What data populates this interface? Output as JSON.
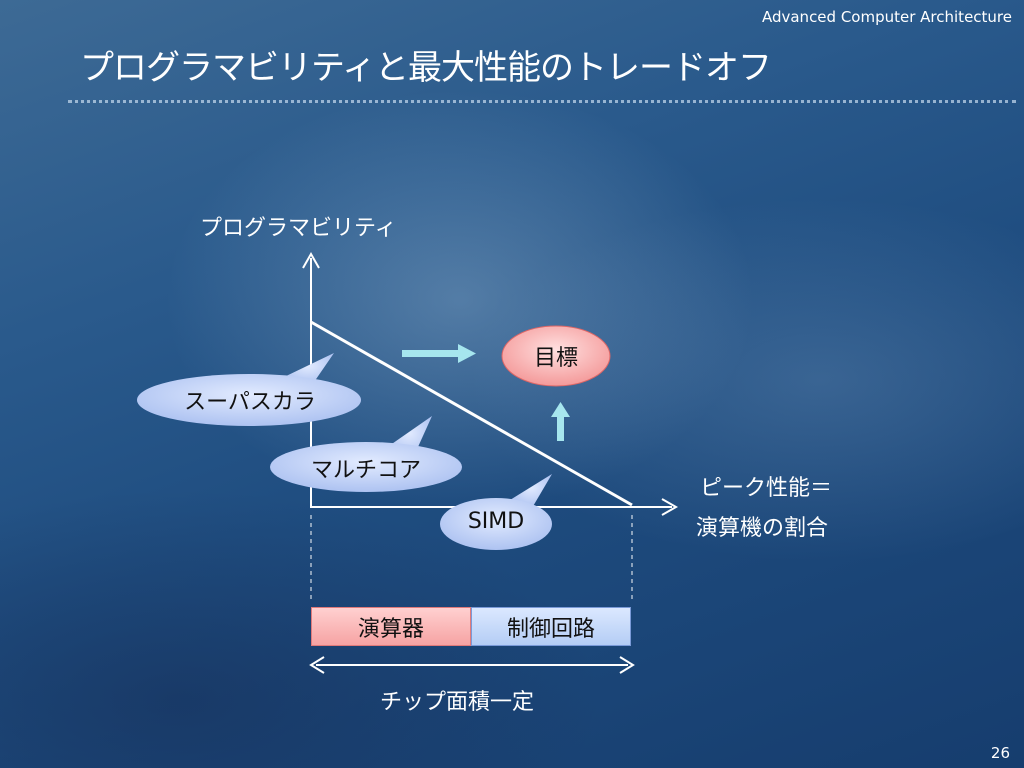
{
  "header": {
    "course": "Advanced Computer Architecture"
  },
  "slide": {
    "title": "プログラマビリティと最大性能のトレードオフ",
    "page_number": "26"
  },
  "diagram": {
    "y_axis_label": "プログラマビリティ",
    "x_axis_label_line1": "ピーク性能＝",
    "x_axis_label_line2": "演算機の割合",
    "goal_label": "目標",
    "callouts": [
      "スーパスカラ",
      "マルチコア",
      "SIMD"
    ],
    "chip_blocks": {
      "compute": "演算器",
      "control": "制御回路"
    },
    "chip_area_label": "チップ面積一定"
  },
  "colors": {
    "goal_fill": "#f8a8a8",
    "callout_fill": "#b7c9f2",
    "hint_arrow": "#a6e6ee",
    "compute_fill": "#f6a3a3",
    "control_fill": "#b4cdf5"
  }
}
